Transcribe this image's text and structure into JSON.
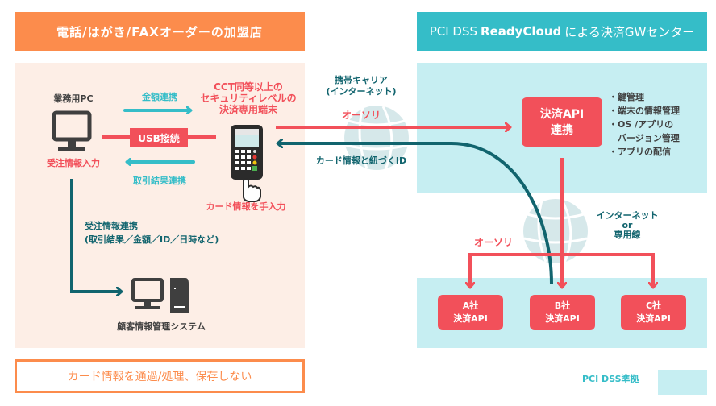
{
  "headers": {
    "left": "電話/はがき/FAXオーダーの加盟店",
    "right_prefix": "PCI DSS",
    "right_brand": "ReadyCloud",
    "right_suffix": "による決済GWセンター"
  },
  "merchant": {
    "pc_label": "業務用PC",
    "pc_action": "受注情報入力",
    "amount_link": "金額連携",
    "usb_label": "USB接続",
    "result_link": "取引結果連携",
    "terminal_title": [
      "CCT同等以上の",
      "セキュリティレベルの",
      "決済専用端末"
    ],
    "terminal_action": "カード情報を手入力",
    "order_link": [
      "受注情報連携",
      "(取引結果／金額／ID／日時など)"
    ],
    "crm_label": "顧客情報管理システム"
  },
  "network": {
    "carrier": [
      "携帯キャリア",
      "(インターネット)"
    ],
    "auth_label": "オーソリ",
    "return_label": "カード情報と紐づくID",
    "internet_or": [
      "インターネット",
      "or",
      "専用線"
    ],
    "auth_label_2": "オーソリ"
  },
  "gateway": {
    "api_box": [
      "決済API",
      "連携"
    ],
    "features": [
      "・鍵管理",
      "・端末の情報管理",
      "・OS /アプリの",
      "　バージョン管理",
      "・アプリの配信"
    ],
    "companies": [
      {
        "line1": "A社",
        "line2": "決済API"
      },
      {
        "line1": "B社",
        "line2": "決済API"
      },
      {
        "line1": "C社",
        "line2": "決済API"
      }
    ]
  },
  "footer": {
    "notice": "カード情報を通過/処理、保存しない",
    "legend": "PCI DSS準拠"
  },
  "colors": {
    "orange": "#fc8c4c",
    "cyan": "#35bdc8",
    "red": "#f2505a",
    "teal": "#11646e",
    "light_cyan": "#c6eef2",
    "light_peach": "#fdeee6"
  }
}
